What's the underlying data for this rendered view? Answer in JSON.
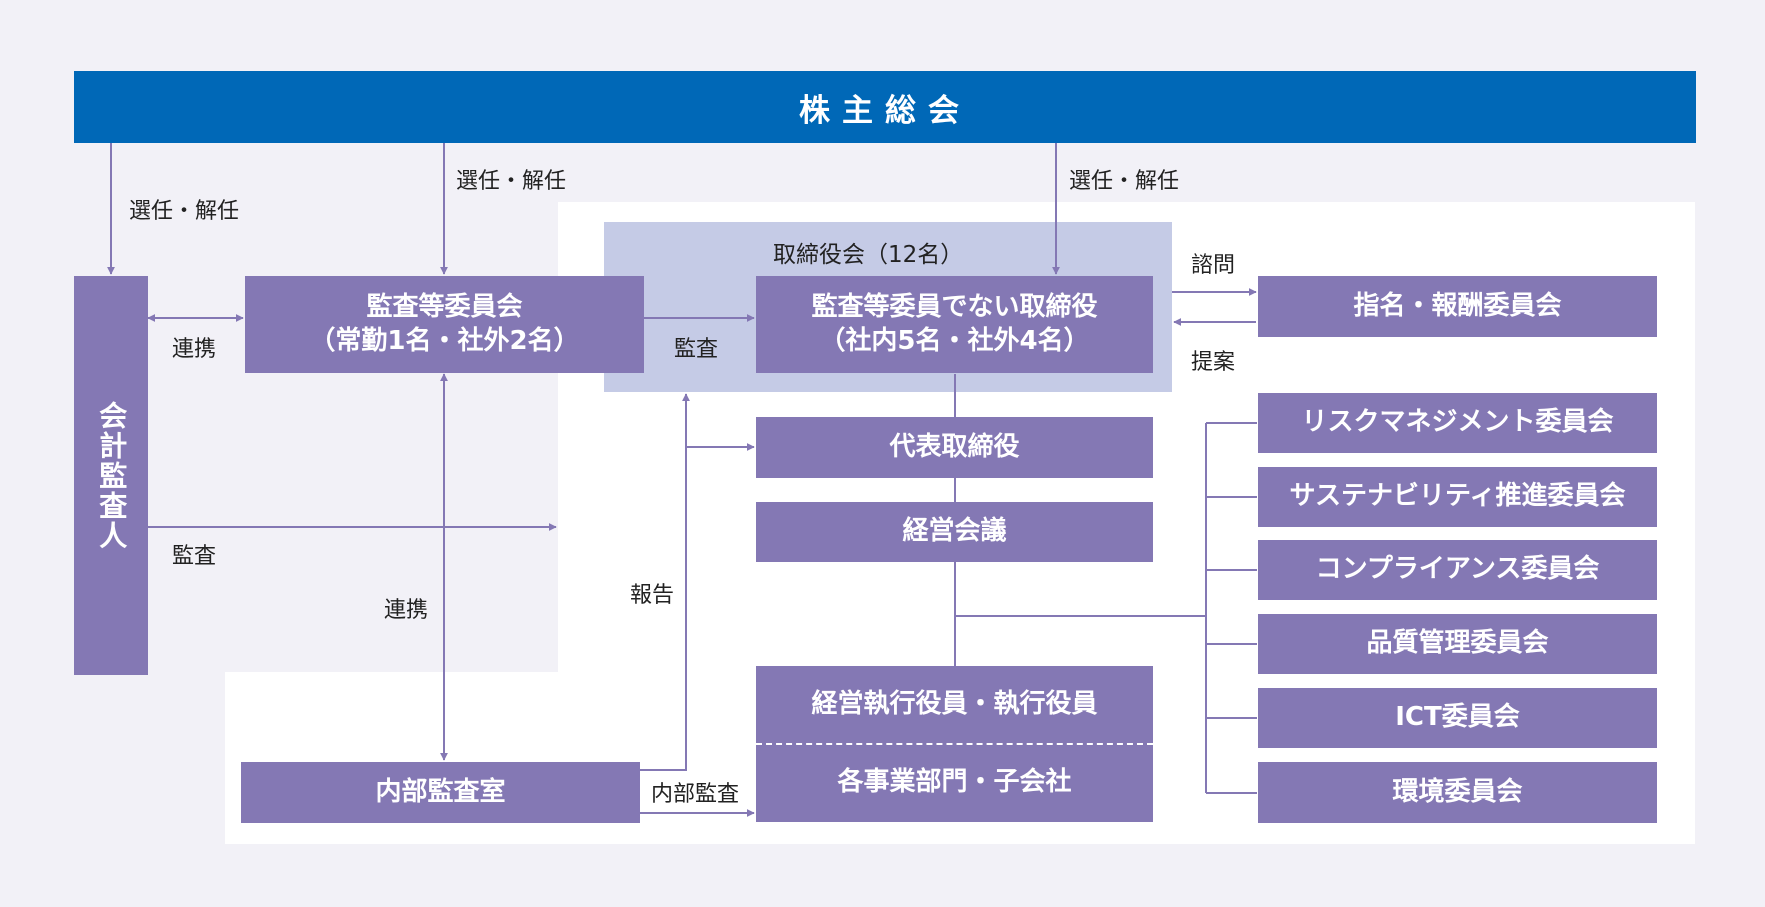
{
  "header": {
    "title": "株主総会"
  },
  "board": {
    "label": "取締役会（12名）"
  },
  "boxes": {
    "auditor": "会計監査人",
    "audit_committee_line1": "監査等委員会",
    "audit_committee_line2": "（常勤1名・社外2名）",
    "directors_line1": "監査等委員でない取締役",
    "directors_line2": "（社内5名・社外4名）",
    "nomination": "指名・報酬委員会",
    "representative": "代表取締役",
    "management_meeting": "経営会議",
    "executives": "経営執行役員・執行役員",
    "divisions": "各事業部門・子会社",
    "internal_audit": "内部監査室"
  },
  "committees": [
    "リスクマネジメント委員会",
    "サステナビリティ推進委員会",
    "コンプライアンス委員会",
    "品質管理委員会",
    "ICT委員会",
    "環境委員会"
  ],
  "labels": {
    "elect_auditor": "選任・解任",
    "elect_committee": "選任・解任",
    "elect_directors": "選任・解任",
    "coop_auditor": "連携",
    "audit_auditor": "監査",
    "audit_committee": "監査",
    "consult": "諮問",
    "propose": "提案",
    "coop_internal": "連携",
    "report": "報告",
    "internal_audit": "内部監査"
  },
  "colors": {
    "header": "#0068b7",
    "box": "#8478b4",
    "board_area": "#c5cbe6",
    "background": "#f2f1f7",
    "panel": "#ffffff"
  }
}
